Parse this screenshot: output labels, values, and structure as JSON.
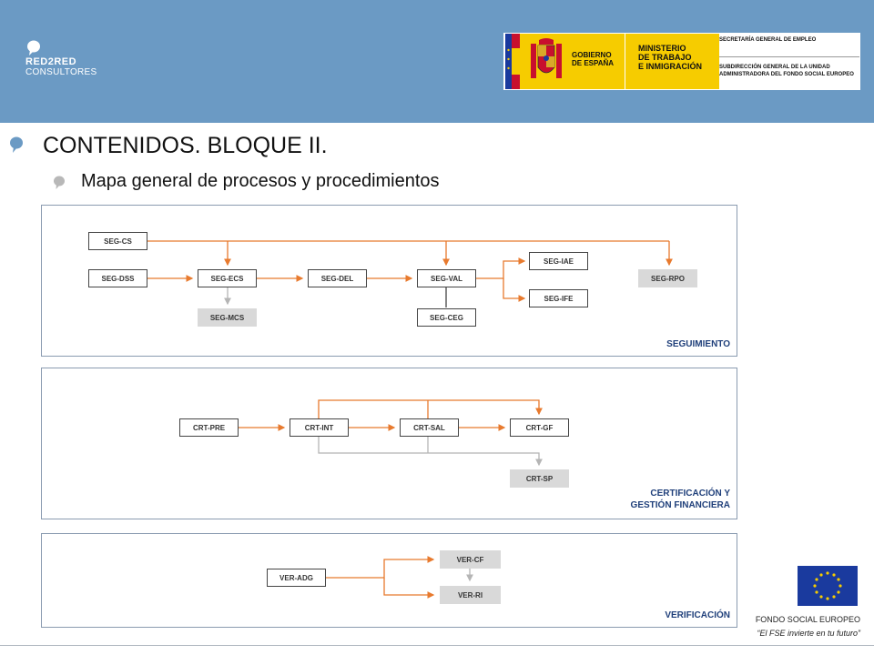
{
  "header": {
    "logo_line1": "RED2RED",
    "logo_line2": "CONSULTORES",
    "gov_line1": "GOBIERNO",
    "gov_line2": "DE ESPAÑA",
    "ministry_line1": "MINISTERIO",
    "ministry_line2": "DE TRABAJO",
    "ministry_line3": "E INMIGRACIÓN",
    "secretaria": "SECRETARÍA GENERAL DE EMPLEO",
    "subdireccion_line1": "SUBDIRECCIÓN GENERAL DE LA UNIDAD",
    "subdireccion_line2": "ADMINISTRADORA DEL FONDO SOCIAL EUROPEO"
  },
  "title": "CONTENIDOS. BLOQUE II.",
  "subtitle": "Mapa general de procesos y procedimientos",
  "colors": {
    "header_bg": "#6b9ac4",
    "accent_orange": "#e87a2e",
    "label_blue": "#1f3f7a",
    "gray_box": "#d9d9d9"
  },
  "panels": {
    "seguimiento": {
      "label": "SEGUIMIENTO",
      "nodes": {
        "seg_cs": "SEG-CS",
        "seg_dss": "SEG-DSS",
        "seg_ecs": "SEG-ECS",
        "seg_del": "SEG-DEL",
        "seg_val": "SEG-VAL",
        "seg_iae": "SEG-IAE",
        "seg_ife": "SEG-IFE",
        "seg_rpo": "SEG-RPO",
        "seg_mcs": "SEG-MCS",
        "seg_ceg": "SEG-CEG"
      }
    },
    "certificacion": {
      "label_line1": "CERTIFICACIÓN Y",
      "label_line2": "GESTIÓN FINANCIERA",
      "nodes": {
        "crt_pre": "CRT-PRE",
        "crt_int": "CRT-INT",
        "crt_sal": "CRT-SAL",
        "crt_gf": "CRT-GF",
        "crt_sp": "CRT-SP"
      }
    },
    "verificacion": {
      "label": "VERIFICACIÓN",
      "nodes": {
        "ver_adg": "VER-ADG",
        "ver_cf": "VER-CF",
        "ver_ri": "VER-RI"
      }
    }
  },
  "footer": {
    "fse_name": "FONDO SOCIAL EUROPEO",
    "fse_slogan": "“El FSE invierte en tu futuro”"
  }
}
